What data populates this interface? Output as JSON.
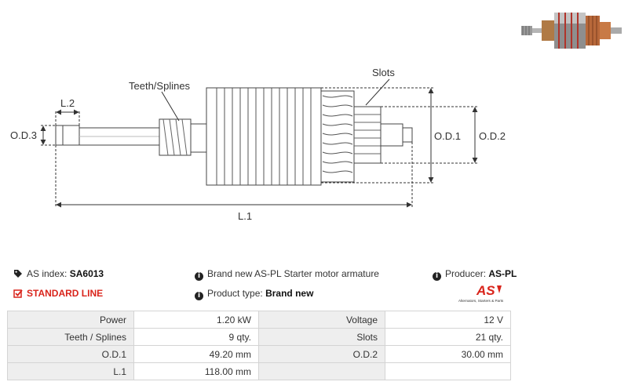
{
  "drawing": {
    "labels": {
      "teeth_splines": "Teeth/Splines",
      "slots": "Slots",
      "l2": "L.2",
      "od3": "O.D.3",
      "od1": "O.D.1",
      "od2": "O.D.2",
      "l1": "L.1"
    }
  },
  "info": {
    "as_index_label": "AS index:",
    "as_index_value": "SA6013",
    "standard_line": "STANDARD LINE",
    "description": "Brand new AS-PL Starter motor armature",
    "product_type_label": "Product type:",
    "product_type_value": "Brand new",
    "producer_label": "Producer:",
    "producer_value": "AS-PL"
  },
  "logo": {
    "mark": "AS",
    "tagline": "Alternators, Starters & Parts",
    "colors": {
      "red": "#d9241b",
      "dark": "#333333"
    }
  },
  "specs": {
    "rows": [
      {
        "label1": "Power",
        "value1": "1.20 kW",
        "label2": "Voltage",
        "value2": "12 V"
      },
      {
        "label1": "Teeth / Splines",
        "value1": "9 qty.",
        "label2": "Slots",
        "value2": "21 qty."
      },
      {
        "label1": "O.D.1",
        "value1": "49.20 mm",
        "label2": "O.D.2",
        "value2": "30.00 mm"
      },
      {
        "label1": "L.1",
        "value1": "118.00 mm",
        "label2": "",
        "value2": ""
      }
    ]
  },
  "colors": {
    "accent": "#d9241b",
    "label_bg": "#eeeeee",
    "border": "#d4d4d4"
  }
}
